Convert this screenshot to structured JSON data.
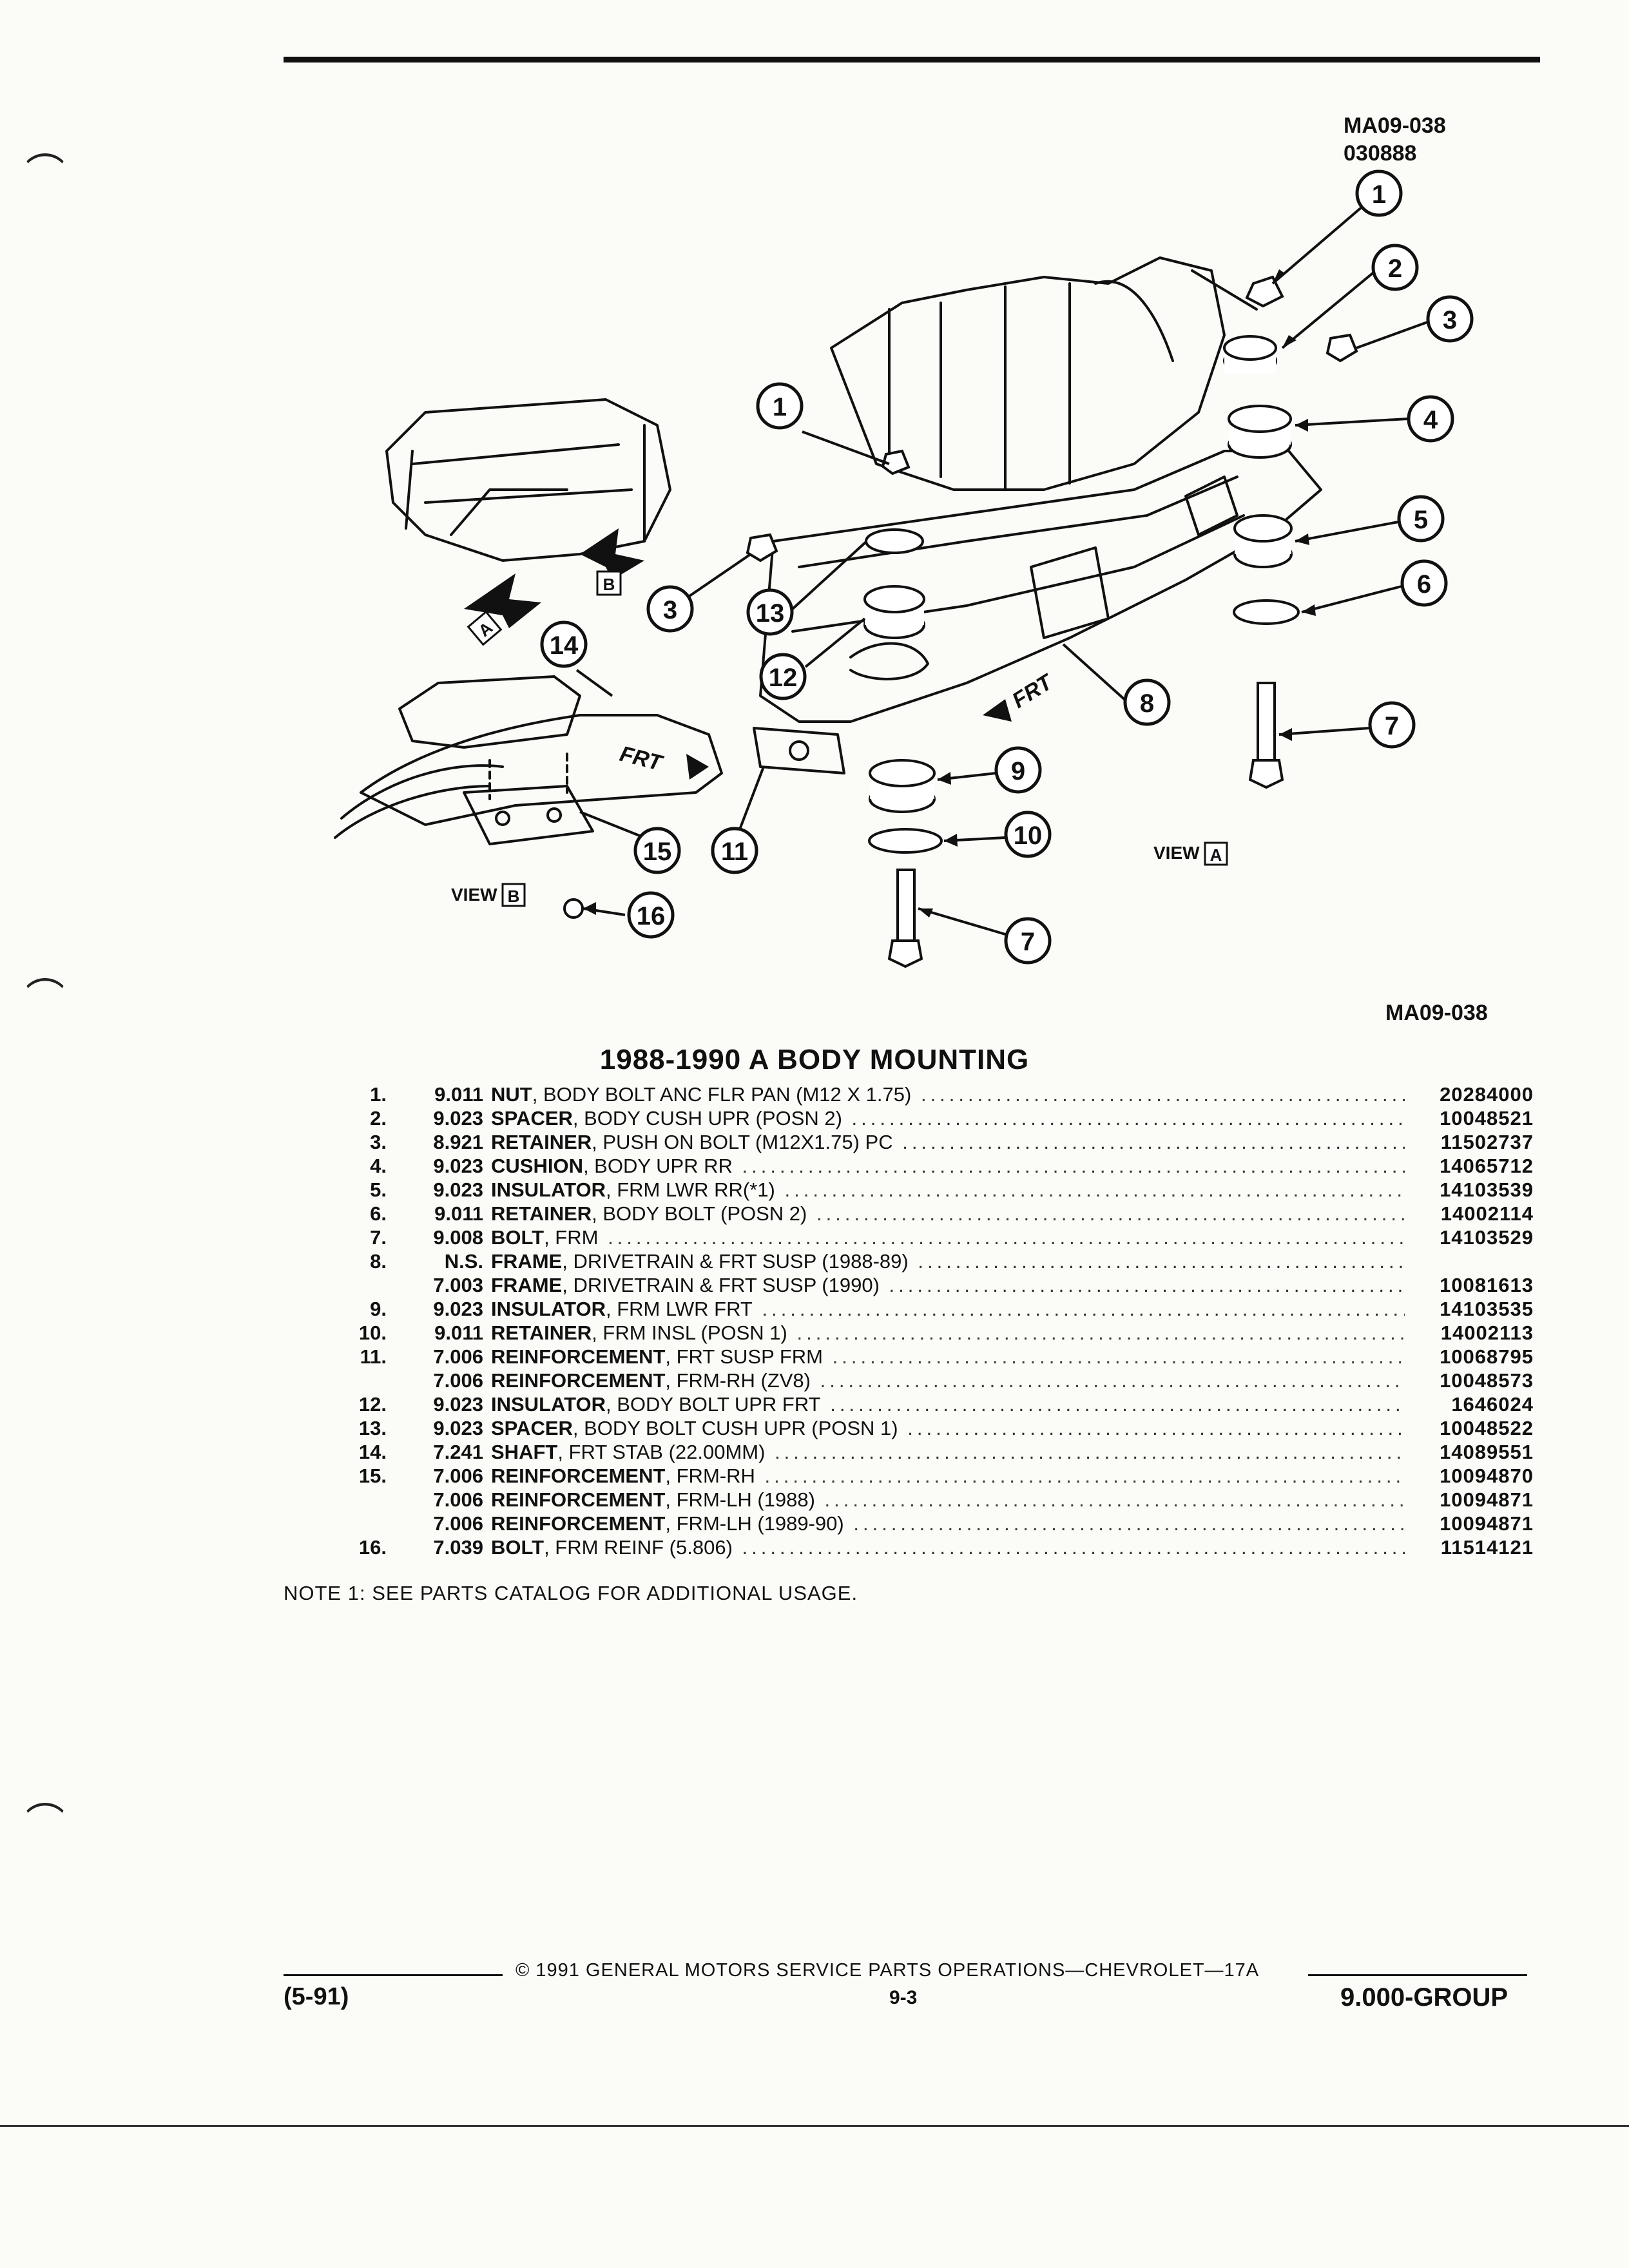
{
  "figure": {
    "code": "MA09-038",
    "date_code": "030888",
    "caption_code": "MA09-038",
    "view_word": "VIEW",
    "view_a": "A",
    "view_b": "B",
    "frt": "FRT"
  },
  "title": "1988-1990 A BODY MOUNTING",
  "parts": [
    {
      "no": "1.",
      "group": "9.011",
      "name": "NUT",
      "desc": ", BODY BOLT ANC FLR PAN (M12 X 1.75)",
      "part_no": "20284000"
    },
    {
      "no": "2.",
      "group": "9.023",
      "name": "SPACER",
      "desc": ", BODY CUSH UPR (POSN 2)",
      "part_no": "10048521"
    },
    {
      "no": "3.",
      "group": "8.921",
      "name": "RETAINER",
      "desc": ", PUSH ON BOLT (M12X1.75) PC",
      "part_no": "11502737"
    },
    {
      "no": "4.",
      "group": "9.023",
      "name": "CUSHION",
      "desc": ", BODY UPR RR",
      "part_no": "14065712"
    },
    {
      "no": "5.",
      "group": "9.023",
      "name": "INSULATOR",
      "desc": ", FRM LWR RR(*1)",
      "part_no": "14103539"
    },
    {
      "no": "6.",
      "group": "9.011",
      "name": "RETAINER",
      "desc": ", BODY BOLT (POSN 2)",
      "part_no": "14002114"
    },
    {
      "no": "7.",
      "group": "9.008",
      "name": "BOLT",
      "desc": ", FRM",
      "part_no": "14103529"
    },
    {
      "no": "8.",
      "group": "N.S.",
      "name": "FRAME",
      "desc": ", DRIVETRAIN & FRT SUSP (1988-89)",
      "part_no": ""
    },
    {
      "no": "",
      "group": "7.003",
      "name": "FRAME",
      "desc": ", DRIVETRAIN & FRT SUSP (1990)",
      "part_no": "10081613"
    },
    {
      "no": "9.",
      "group": "9.023",
      "name": "INSULATOR",
      "desc": ", FRM LWR FRT",
      "part_no": "14103535"
    },
    {
      "no": "10.",
      "group": "9.011",
      "name": "RETAINER",
      "desc": ", FRM INSL (POSN 1)",
      "part_no": "14002113"
    },
    {
      "no": "11.",
      "group": "7.006",
      "name": "REINFORCEMENT",
      "desc": ", FRT SUSP FRM",
      "part_no": "10068795"
    },
    {
      "no": "",
      "group": "7.006",
      "name": "REINFORCEMENT",
      "desc": ", FRM-RH (ZV8)",
      "part_no": "10048573"
    },
    {
      "no": "12.",
      "group": "9.023",
      "name": "INSULATOR",
      "desc": ", BODY BOLT UPR FRT",
      "part_no": "1646024"
    },
    {
      "no": "13.",
      "group": "9.023",
      "name": "SPACER",
      "desc": ", BODY BOLT CUSH UPR (POSN 1)",
      "part_no": "10048522"
    },
    {
      "no": "14.",
      "group": "7.241",
      "name": "SHAFT",
      "desc": ", FRT STAB (22.00MM)",
      "part_no": "14089551"
    },
    {
      "no": "15.",
      "group": "7.006",
      "name": "REINFORCEMENT",
      "desc": ", FRM-RH",
      "part_no": "10094870"
    },
    {
      "no": "",
      "group": "7.006",
      "name": "REINFORCEMENT",
      "desc": ", FRM-LH (1988)",
      "part_no": "10094871"
    },
    {
      "no": "",
      "group": "7.006",
      "name": "REINFORCEMENT",
      "desc": ", FRM-LH (1989-90)",
      "part_no": "10094871"
    },
    {
      "no": "16.",
      "group": "7.039",
      "name": "BOLT",
      "desc": ", FRM REINF (5.806)",
      "part_no": "11514121"
    }
  ],
  "note": "NOTE  1:  SEE PARTS CATALOG FOR ADDITIONAL USAGE.",
  "footer": {
    "copyright": "©  1991  GENERAL MOTORS SERVICE PARTS OPERATIONS—CHEVROLET—17A",
    "date": "(5-91)",
    "page": "9-3",
    "group": "9.000-GROUP"
  },
  "callouts": [
    "1",
    "2",
    "3",
    "4",
    "5",
    "6",
    "7",
    "8",
    "9",
    "10",
    "11",
    "12",
    "13",
    "14",
    "15",
    "16"
  ]
}
